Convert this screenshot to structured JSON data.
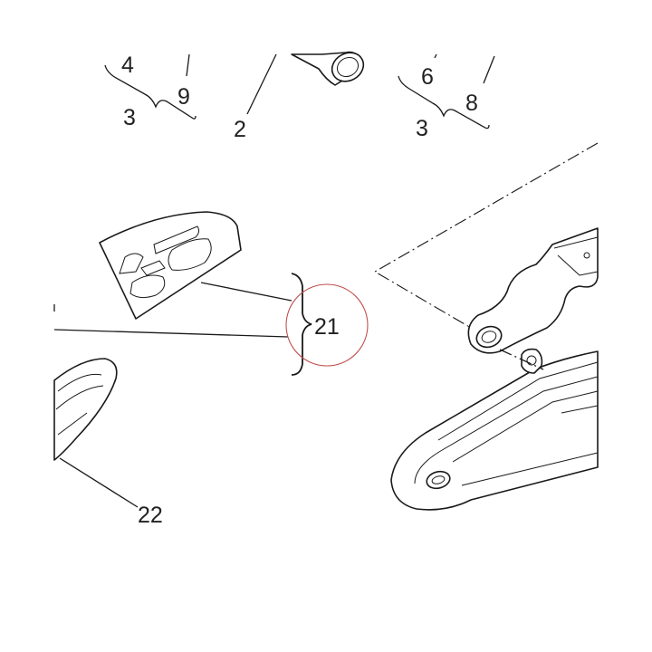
{
  "callouts": {
    "c4": "4",
    "c9": "9",
    "c3a": "3",
    "c2": "2",
    "c6": "6",
    "c8": "8",
    "c3b": "3",
    "c21": "21",
    "c22": "22"
  },
  "colors": {
    "line": "#1a1a1a",
    "text": "#222222",
    "highlight_circle": "#c0504d",
    "background": "#ffffff"
  }
}
